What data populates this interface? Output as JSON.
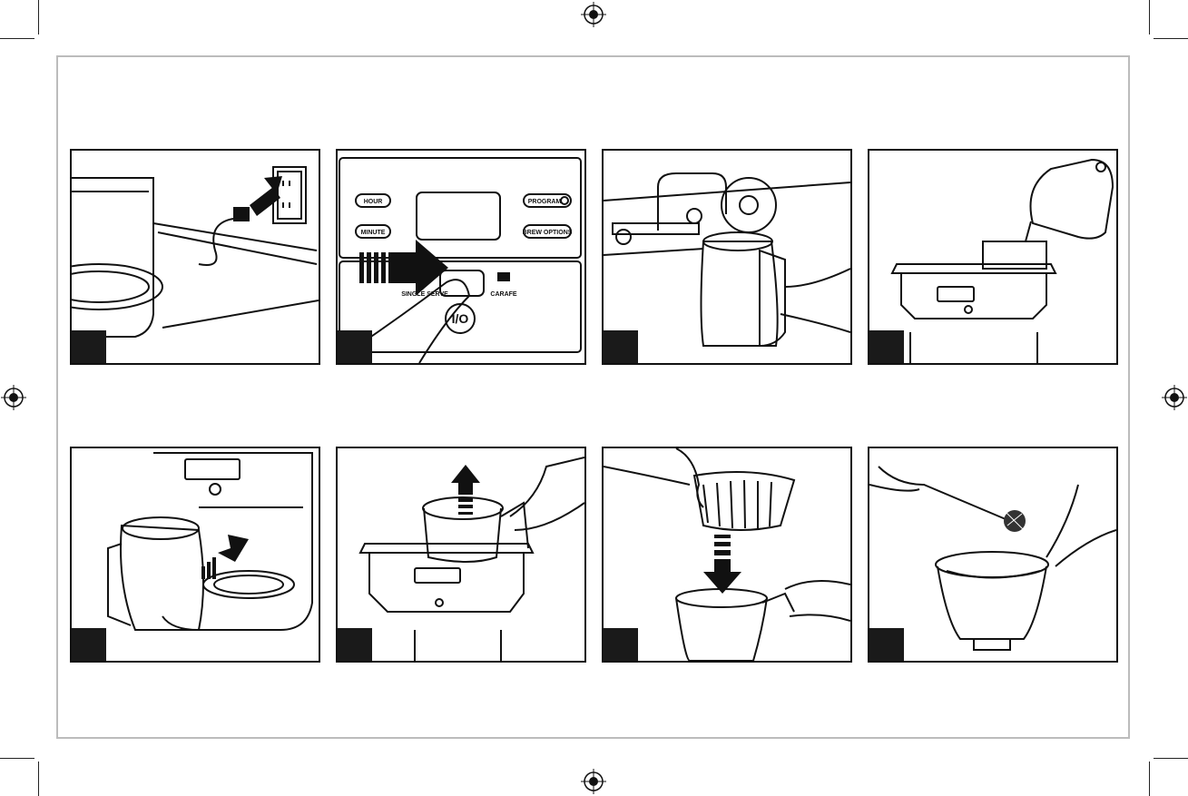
{
  "steps": [
    {
      "number": "",
      "scene": "plug-into-outlet"
    },
    {
      "number": "",
      "scene": "select-carafe-mode"
    },
    {
      "number": "",
      "scene": "fill-carafe-at-sink"
    },
    {
      "number": "",
      "scene": "pour-water-into-reservoir"
    },
    {
      "number": "",
      "scene": "place-carafe-on-warming-plate"
    },
    {
      "number": "",
      "scene": "remove-brew-basket"
    },
    {
      "number": "",
      "scene": "insert-paper-filter"
    },
    {
      "number": "",
      "scene": "add-ground-coffee"
    }
  ],
  "panel_labels": {
    "hour": "HOUR",
    "minute": "MINUTE",
    "program": "PROGRAM",
    "brew_options": "BREW OPTIONS",
    "single_serve": "SINGLE SERVE",
    "carafe": "CARAFE",
    "power": "I/O"
  },
  "colors": {
    "ink": "#111111",
    "frame": "#bcbcbc",
    "step_box": "#1a1a1a"
  }
}
